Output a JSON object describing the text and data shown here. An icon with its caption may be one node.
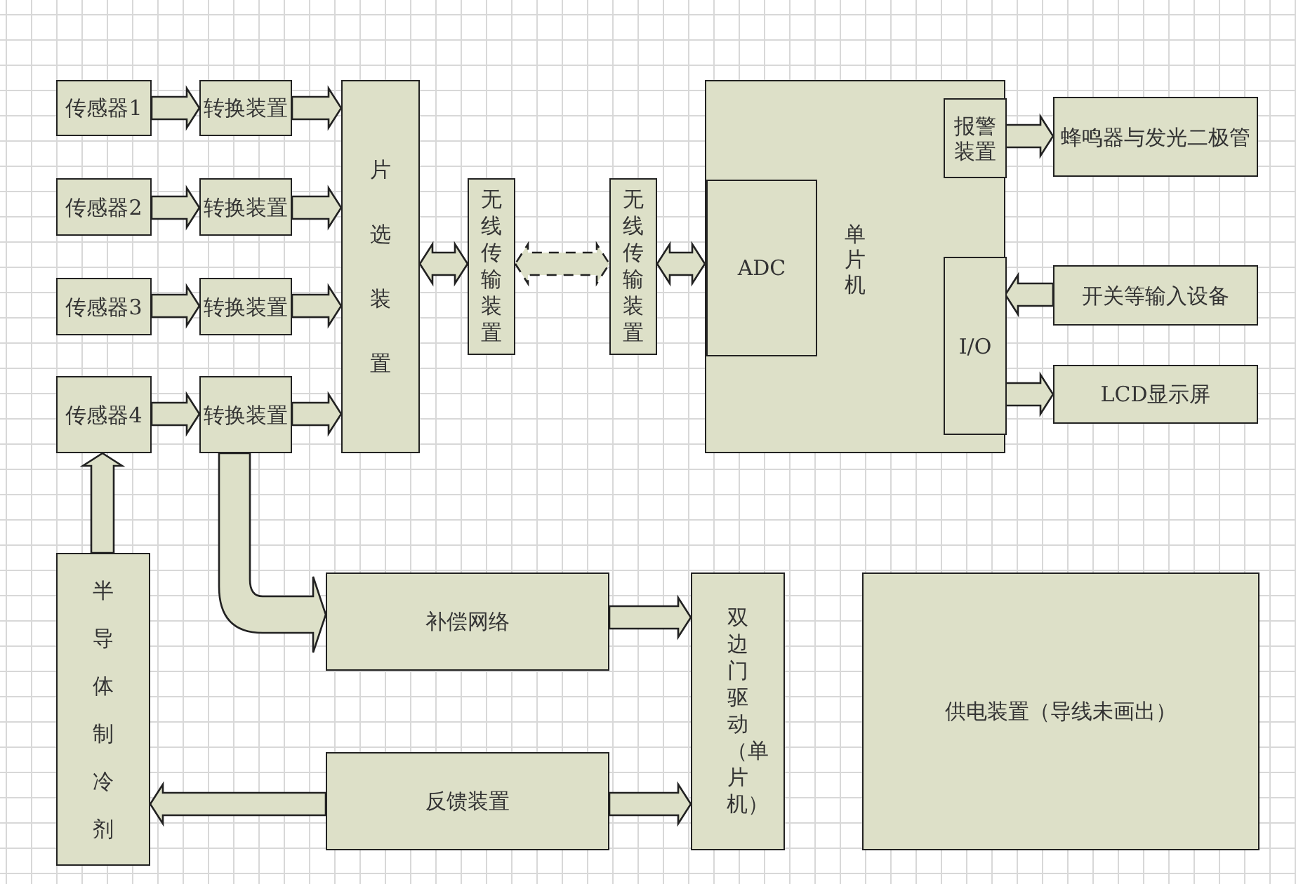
{
  "diagram": {
    "nodes": [
      {
        "text": [
          "传感器1"
        ]
      },
      {
        "text": [
          "传感器2"
        ]
      },
      {
        "text": [
          "传感器3"
        ]
      },
      {
        "text": [
          "传感器4"
        ]
      },
      {
        "text": [
          "转换装置"
        ]
      },
      {
        "text": [
          "转换装置"
        ]
      },
      {
        "text": [
          "转换装置"
        ]
      },
      {
        "text": [
          "转换装置"
        ]
      },
      {
        "text": [
          "片选装置"
        ]
      },
      {
        "text": [
          "无线传输装置"
        ]
      },
      {
        "text": [
          "无线传输装置"
        ]
      },
      {
        "text": [
          "单片机"
        ]
      },
      {
        "text": [
          "ADC"
        ],
        "in": 11
      },
      {
        "text": [
          "报警装置"
        ],
        "in": 11
      },
      {
        "text": [
          "I/O"
        ],
        "in": 11
      },
      {
        "text": [
          "蜂鸣器与发光二极管"
        ]
      },
      {
        "text": [
          "开关等输入设备"
        ]
      },
      {
        "text": [
          "LCD显示屏"
        ]
      },
      {
        "text": [
          "半导体制冷剂"
        ]
      },
      {
        "text": [
          "补偿网络"
        ]
      },
      {
        "text": [
          "反馈装置"
        ]
      },
      {
        "text": [
          "双边门驱动（单片机）"
        ]
      },
      {
        "text": [
          "供电装置（导线未画出）"
        ]
      }
    ],
    "edges": [
      {
        "from": 0,
        "to": 4,
        "arrow": "to"
      },
      {
        "from": 1,
        "to": 5,
        "arrow": "to"
      },
      {
        "from": 2,
        "to": 6,
        "arrow": "to"
      },
      {
        "from": 3,
        "to": 7,
        "arrow": "to"
      },
      {
        "from": 4,
        "to": 8,
        "arrow": "to"
      },
      {
        "from": 5,
        "to": 8,
        "arrow": "to"
      },
      {
        "from": 6,
        "to": 8,
        "arrow": "to"
      },
      {
        "from": 7,
        "to": 8,
        "arrow": "to"
      },
      {
        "from": 8,
        "to": 9,
        "arrow": "both"
      },
      {
        "from": 9,
        "to": 10,
        "arrow": "both",
        "style": "dashed"
      },
      {
        "from": 10,
        "to": 12,
        "arrow": "both"
      },
      {
        "from": 13,
        "to": 15,
        "arrow": "to"
      },
      {
        "from": 16,
        "to": 14,
        "arrow": "to"
      },
      {
        "from": 14,
        "to": 17,
        "arrow": "to"
      },
      {
        "from": 18,
        "to": 3,
        "arrow": "to"
      },
      {
        "from": 7,
        "to": 19,
        "arrow": "to"
      },
      {
        "from": 19,
        "to": 21,
        "arrow": "to"
      },
      {
        "from": 20,
        "to": 18,
        "arrow": "to"
      },
      {
        "from": 20,
        "to": 21,
        "arrow": "to"
      }
    ]
  }
}
